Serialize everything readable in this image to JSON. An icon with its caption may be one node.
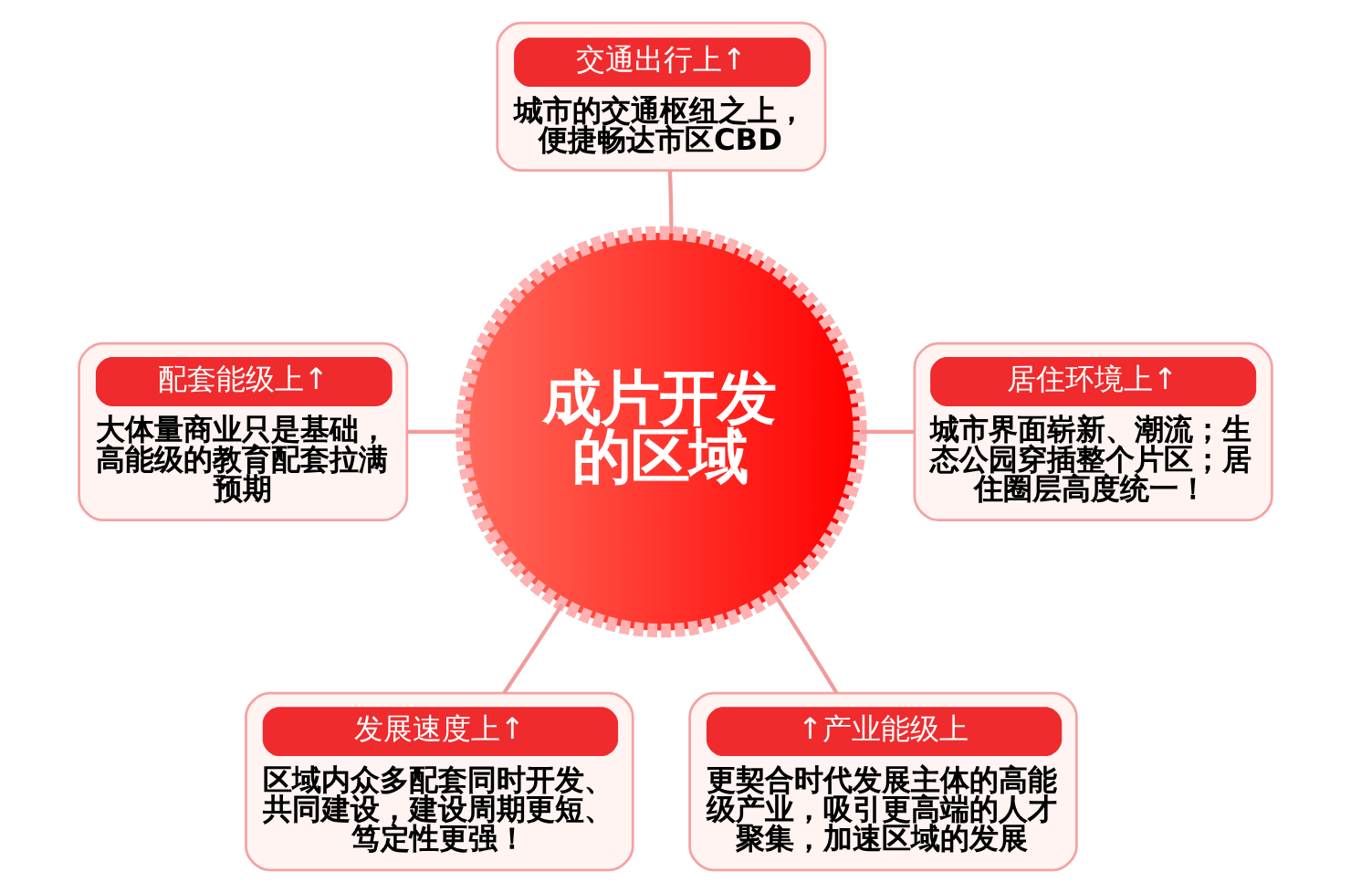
{
  "diagram": {
    "nodes": [
      {
        "text": [
          "交通出行上↑",
          "城市的交通枢纽之上，便捷畅达市区CBD"
        ]
      },
      {
        "text": [
          "配套能级上↑",
          "大体量商业只是基础，高能级的教育配套拉满预期"
        ]
      },
      {
        "text": [
          "成片开发的区域"
        ]
      },
      {
        "text": [
          "居住环境上↑",
          "城市界面崭新、潮流；生态公园穿插整个片区；居住圈层高度统一！"
        ]
      },
      {
        "text": [
          "发展速度上↑",
          "区域内众多配套同时开发、共同建设，建设周期更短、笃定性更强！"
        ]
      },
      {
        "text": [
          "↑产业能级上",
          "更契合时代发展主体的高能级产业，吸引更高端的人才聚集，加速区域的发展"
        ]
      }
    ],
    "edges": [
      {
        "from": 0,
        "to": 2,
        "arrow": "none"
      },
      {
        "from": 1,
        "to": 2,
        "arrow": "none"
      },
      {
        "from": 3,
        "to": 2,
        "arrow": "none"
      },
      {
        "from": 4,
        "to": 2,
        "arrow": "none"
      },
      {
        "from": 5,
        "to": 2,
        "arrow": "none"
      }
    ]
  }
}
